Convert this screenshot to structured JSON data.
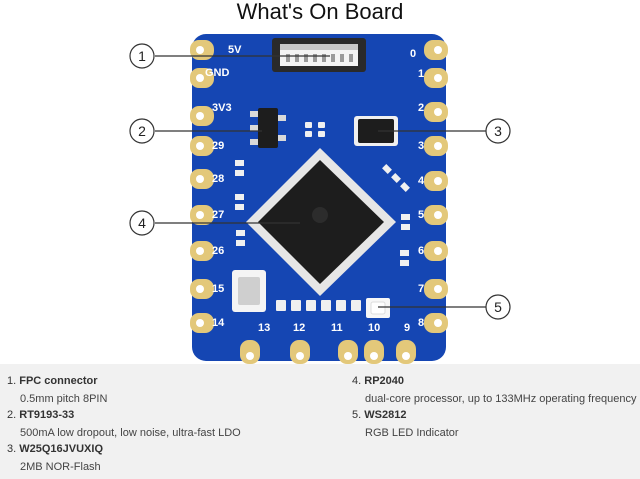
{
  "title": "What's On Board",
  "callouts": [
    "1",
    "2",
    "3",
    "4",
    "5"
  ],
  "board": {
    "left_pins": [
      "5V",
      "GND",
      "3V3",
      "29",
      "28",
      "27",
      "26",
      "15",
      "14"
    ],
    "right_pins": [
      "0",
      "1",
      "2",
      "3",
      "4",
      "5",
      "6",
      "7",
      "8"
    ],
    "bottom_pins": [
      "13",
      "12",
      "11",
      "10",
      "9"
    ]
  },
  "legend": [
    {
      "num": "1.",
      "title": "FPC connector",
      "desc": "0.5mm pitch 8PIN"
    },
    {
      "num": "2.",
      "title": "RT9193-33",
      "desc": "500mA low dropout, low noise, ultra-fast LDO"
    },
    {
      "num": "3.",
      "title": "W25Q16JVUXIQ",
      "desc": "2MB NOR-Flash"
    },
    {
      "num": "4.",
      "title": "RP2040",
      "desc": "dual-core processor, up to 133MHz operating frequency"
    },
    {
      "num": "5.",
      "title": "WS2812",
      "desc": "RGB LED Indicator"
    }
  ],
  "colors": {
    "pcb": "#1546b3",
    "pad": "#e3c87a",
    "chip": "#1d1d1d",
    "background": "#ffffff",
    "legend_bg": "#f1f1f1"
  }
}
